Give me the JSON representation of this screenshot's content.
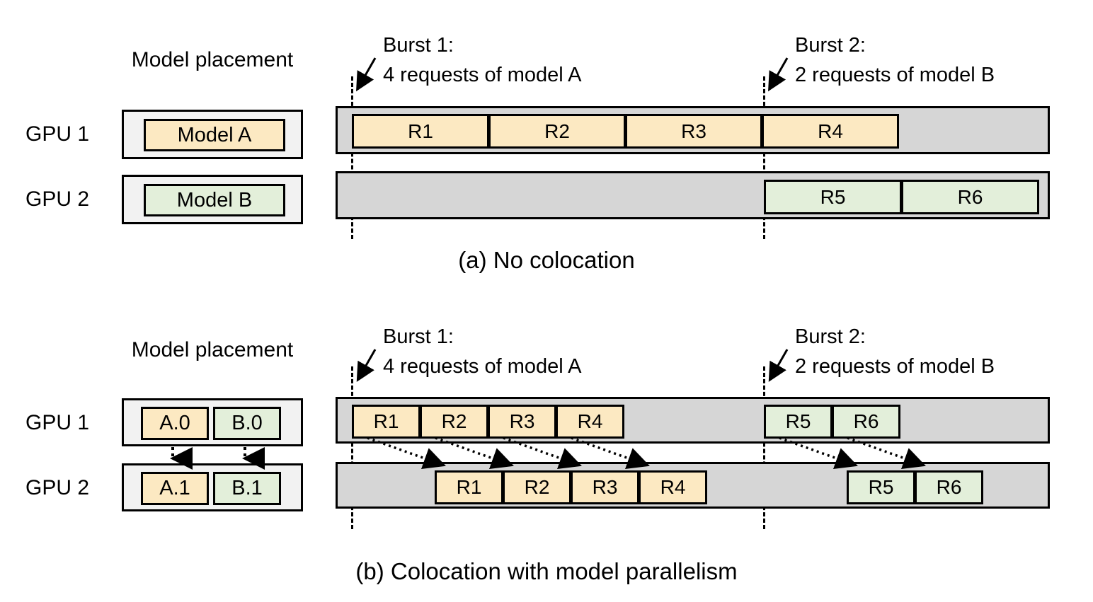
{
  "figure": {
    "panels": [
      {
        "id": "a",
        "caption": "(a) No colocation",
        "placement_title": "Model placement",
        "rows": [
          {
            "gpu_label": "GPU 1",
            "chips": [
              {
                "label": "Model A",
                "color": "yellow"
              }
            ]
          },
          {
            "gpu_label": "GPU 2",
            "chips": [
              {
                "label": "Model B",
                "color": "green"
              }
            ]
          }
        ],
        "bursts": [
          {
            "title": "Burst 1:",
            "detail": "4 requests of model A"
          },
          {
            "title": "Burst 2:",
            "detail": "2 requests of model B"
          }
        ],
        "timeline": [
          {
            "gpu": "GPU 1",
            "segments": [
              {
                "label": "R1",
                "color": "yellow"
              },
              {
                "label": "R2",
                "color": "yellow"
              },
              {
                "label": "R3",
                "color": "yellow"
              },
              {
                "label": "R4",
                "color": "yellow"
              }
            ]
          },
          {
            "gpu": "GPU 2",
            "segments": [
              {
                "label": "R5",
                "color": "green"
              },
              {
                "label": "R6",
                "color": "green"
              }
            ]
          }
        ]
      },
      {
        "id": "b",
        "caption": "(b) Colocation with model parallelism",
        "placement_title": "Model placement",
        "rows": [
          {
            "gpu_label": "GPU 1",
            "chips": [
              {
                "label": "A.0",
                "color": "yellow"
              },
              {
                "label": "B.0",
                "color": "green"
              }
            ]
          },
          {
            "gpu_label": "GPU 2",
            "chips": [
              {
                "label": "A.1",
                "color": "yellow"
              },
              {
                "label": "B.1",
                "color": "green"
              }
            ]
          }
        ],
        "bursts": [
          {
            "title": "Burst 1:",
            "detail": "4 requests of model A"
          },
          {
            "title": "Burst 2:",
            "detail": "2 requests of model B"
          }
        ],
        "timeline": [
          {
            "gpu": "GPU 1",
            "segments": [
              {
                "label": "R1",
                "color": "yellow"
              },
              {
                "label": "R2",
                "color": "yellow"
              },
              {
                "label": "R3",
                "color": "yellow"
              },
              {
                "label": "R4",
                "color": "yellow"
              },
              {
                "label": "R5",
                "color": "green"
              },
              {
                "label": "R6",
                "color": "green"
              }
            ]
          },
          {
            "gpu": "GPU 2",
            "segments": [
              {
                "label": "R1",
                "color": "yellow"
              },
              {
                "label": "R2",
                "color": "yellow"
              },
              {
                "label": "R3",
                "color": "yellow"
              },
              {
                "label": "R4",
                "color": "yellow"
              },
              {
                "label": "R5",
                "color": "green"
              },
              {
                "label": "R6",
                "color": "green"
              }
            ]
          }
        ]
      }
    ],
    "colors": {
      "model_a": "#FCE9C2",
      "model_b": "#E3EFDA",
      "track": "#D6D6D6",
      "placement_bg": "#F2F2F2",
      "stroke": "#000000"
    }
  }
}
